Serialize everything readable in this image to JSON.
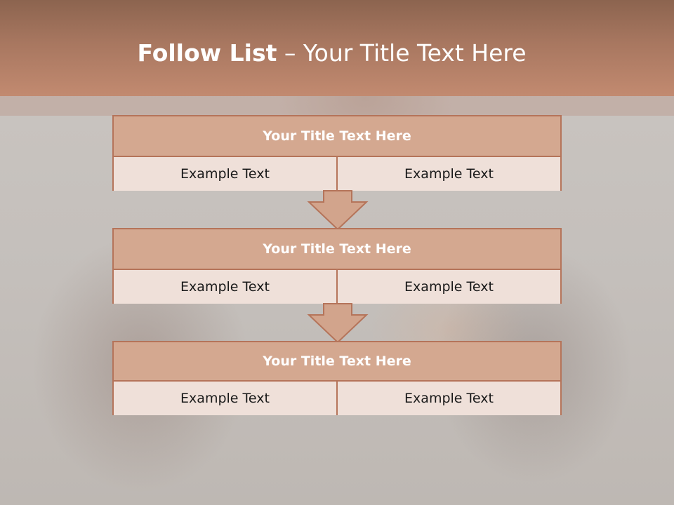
{
  "header": {
    "title_bold": "Follow List",
    "title_rest": " – Your Title Text Here"
  },
  "steps": [
    {
      "title": "Your Title Text Here",
      "left": "Example Text",
      "right": "Example Text"
    },
    {
      "title": "Your Title Text Here",
      "left": "Example Text",
      "right": "Example Text"
    },
    {
      "title": "Your Title Text Here",
      "left": "Example Text",
      "right": "Example Text"
    }
  ],
  "colors": {
    "header": "#a87760",
    "box_border": "#b5745a",
    "box_head": "#d4a890",
    "box_body": "#efe0d9",
    "arrow_fill": "#d2a48c"
  },
  "icons": {
    "connector": "down-arrow-icon"
  }
}
